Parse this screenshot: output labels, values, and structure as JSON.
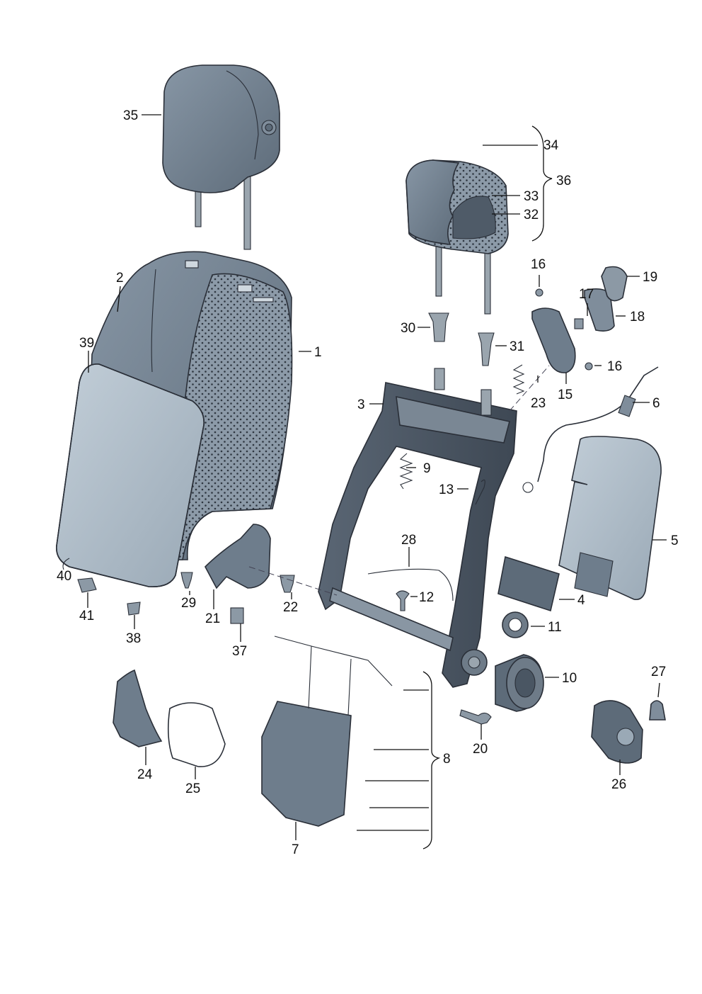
{
  "diagram": {
    "colors": {
      "part_fill": "#6e7d8c",
      "part_light": "#aab8c4",
      "part_dark": "#4a5663",
      "outline": "#2a2f38",
      "foam_dots": "#2e3640",
      "background": "#ffffff"
    },
    "callouts": [
      {
        "id": "1",
        "label": "1"
      },
      {
        "id": "2",
        "label": "2"
      },
      {
        "id": "3",
        "label": "3"
      },
      {
        "id": "4",
        "label": "4"
      },
      {
        "id": "5",
        "label": "5"
      },
      {
        "id": "6",
        "label": "6"
      },
      {
        "id": "7",
        "label": "7"
      },
      {
        "id": "8",
        "label": "8"
      },
      {
        "id": "9",
        "label": "9"
      },
      {
        "id": "10",
        "label": "10"
      },
      {
        "id": "11",
        "label": "11"
      },
      {
        "id": "12",
        "label": "12"
      },
      {
        "id": "13",
        "label": "13"
      },
      {
        "id": "15",
        "label": "15"
      },
      {
        "id": "16a",
        "label": "16"
      },
      {
        "id": "16b",
        "label": "16"
      },
      {
        "id": "17",
        "label": "17"
      },
      {
        "id": "18",
        "label": "18"
      },
      {
        "id": "19",
        "label": "19"
      },
      {
        "id": "20",
        "label": "20"
      },
      {
        "id": "21",
        "label": "21"
      },
      {
        "id": "22",
        "label": "22"
      },
      {
        "id": "23",
        "label": "23"
      },
      {
        "id": "24",
        "label": "24"
      },
      {
        "id": "25",
        "label": "25"
      },
      {
        "id": "26",
        "label": "26"
      },
      {
        "id": "27",
        "label": "27"
      },
      {
        "id": "28",
        "label": "28"
      },
      {
        "id": "29",
        "label": "29"
      },
      {
        "id": "30",
        "label": "30"
      },
      {
        "id": "31",
        "label": "31"
      },
      {
        "id": "32",
        "label": "32"
      },
      {
        "id": "33",
        "label": "33"
      },
      {
        "id": "34",
        "label": "34"
      },
      {
        "id": "35",
        "label": "35"
      },
      {
        "id": "36",
        "label": "36"
      },
      {
        "id": "37",
        "label": "37"
      },
      {
        "id": "38",
        "label": "38"
      },
      {
        "id": "39",
        "label": "39"
      },
      {
        "id": "40",
        "label": "40"
      },
      {
        "id": "41",
        "label": "41"
      }
    ]
  }
}
